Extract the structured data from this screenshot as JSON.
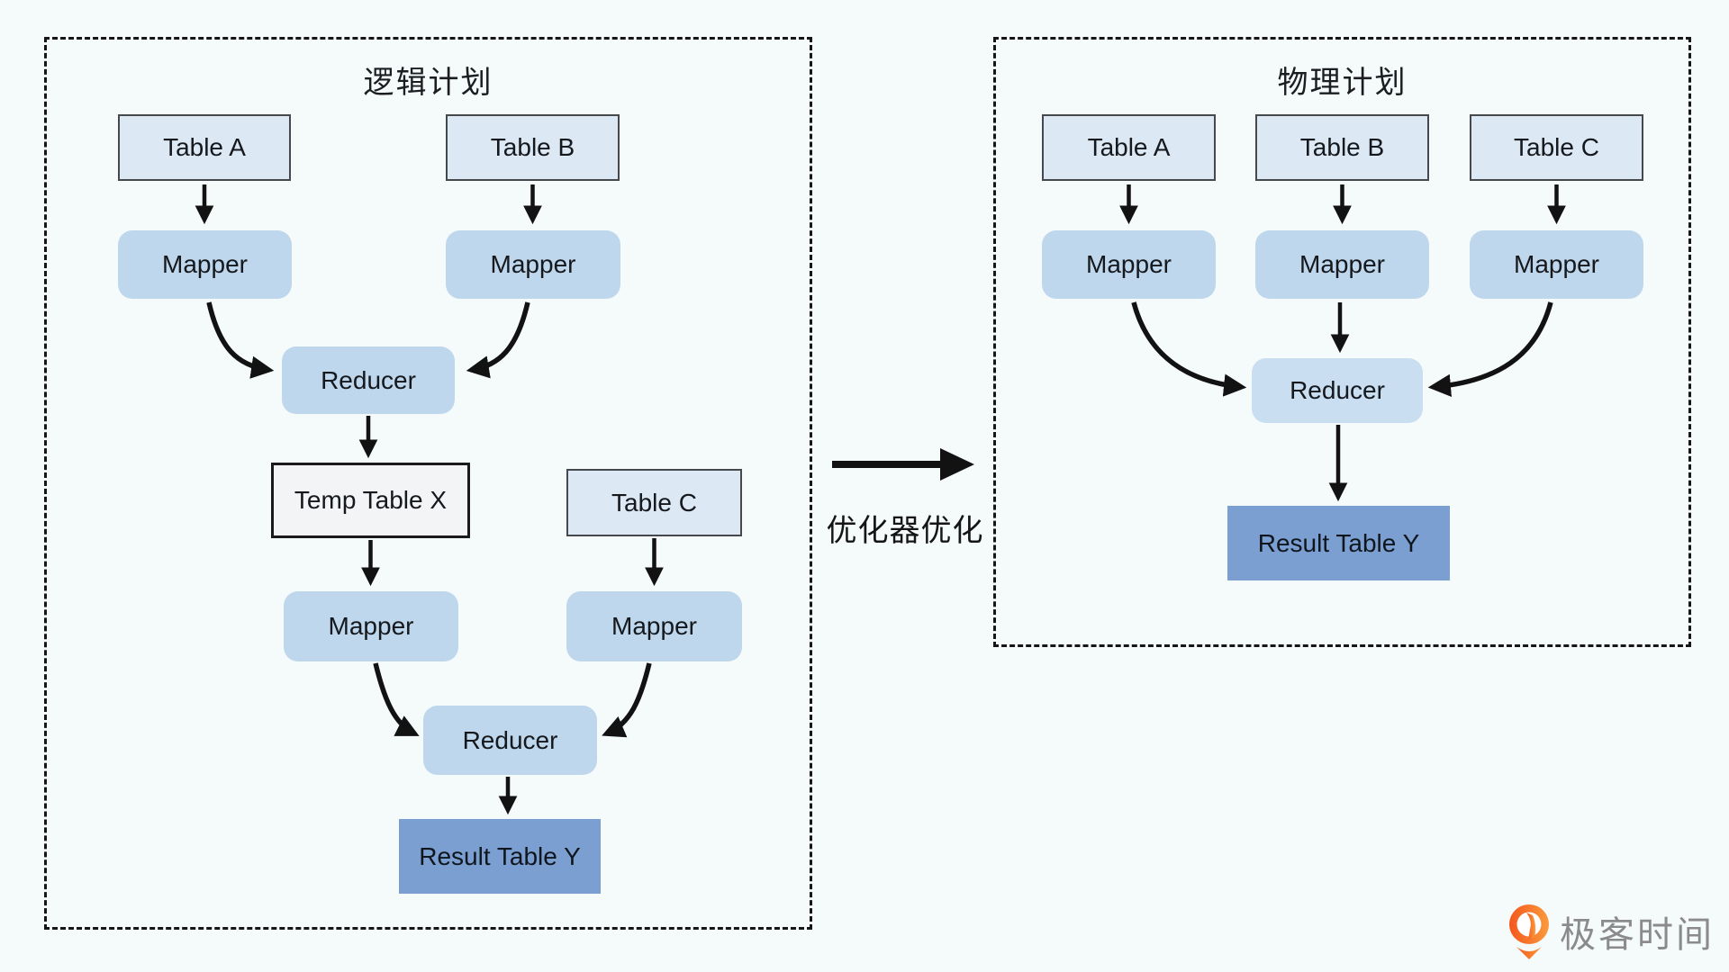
{
  "logical": {
    "title": "逻辑计划",
    "table_a": "Table A",
    "table_b": "Table B",
    "mapper_a": "Mapper",
    "mapper_b": "Mapper",
    "reducer_top": "Reducer",
    "temp_table_x": "Temp Table X",
    "table_c": "Table C",
    "mapper_temp": "Mapper",
    "mapper_c": "Mapper",
    "reducer_bottom": "Reducer",
    "result_table": "Result Table Y"
  },
  "optimizer": {
    "label": "优化器优化"
  },
  "physical": {
    "title": "物理计划",
    "table_a": "Table A",
    "table_b": "Table B",
    "table_c": "Table C",
    "mapper_a": "Mapper",
    "mapper_b": "Mapper",
    "mapper_c": "Mapper",
    "reducer": "Reducer",
    "result_table": "Result Table Y"
  },
  "brand": {
    "name": "极客时间"
  },
  "colors": {
    "background": "#f5fafb",
    "table_fill": "#dce8f4",
    "table_border": "#45494e",
    "process_fill": "#bed7ec",
    "temp_fill": "#f3f4f5",
    "result_fill": "#7b9fd0",
    "arrow": "#121212",
    "dashed_border": "#161616",
    "brand_orange": "#f97316",
    "brand_gray": "#8b8b8b"
  }
}
